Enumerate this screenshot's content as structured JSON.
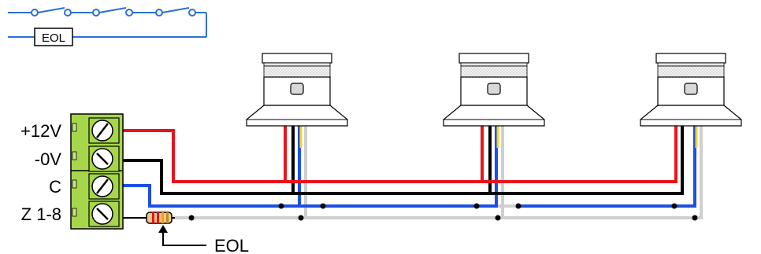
{
  "legend": {
    "eol_box_label": "EOL"
  },
  "terminal": {
    "labels": [
      "+12V",
      "-0V",
      "C",
      "Z 1-8"
    ]
  },
  "eol": {
    "label": "EOL"
  },
  "detectors": {
    "count": 3
  },
  "colors": {
    "wire_red": "#e8141b",
    "wire_black": "#000000",
    "wire_blue": "#1c4fe6",
    "wire_grey": "#cfcfcf",
    "wire_yellow": "#ffd21a",
    "legend_wire": "#2f6fd6",
    "terminal_green": "#a6d64b"
  }
}
